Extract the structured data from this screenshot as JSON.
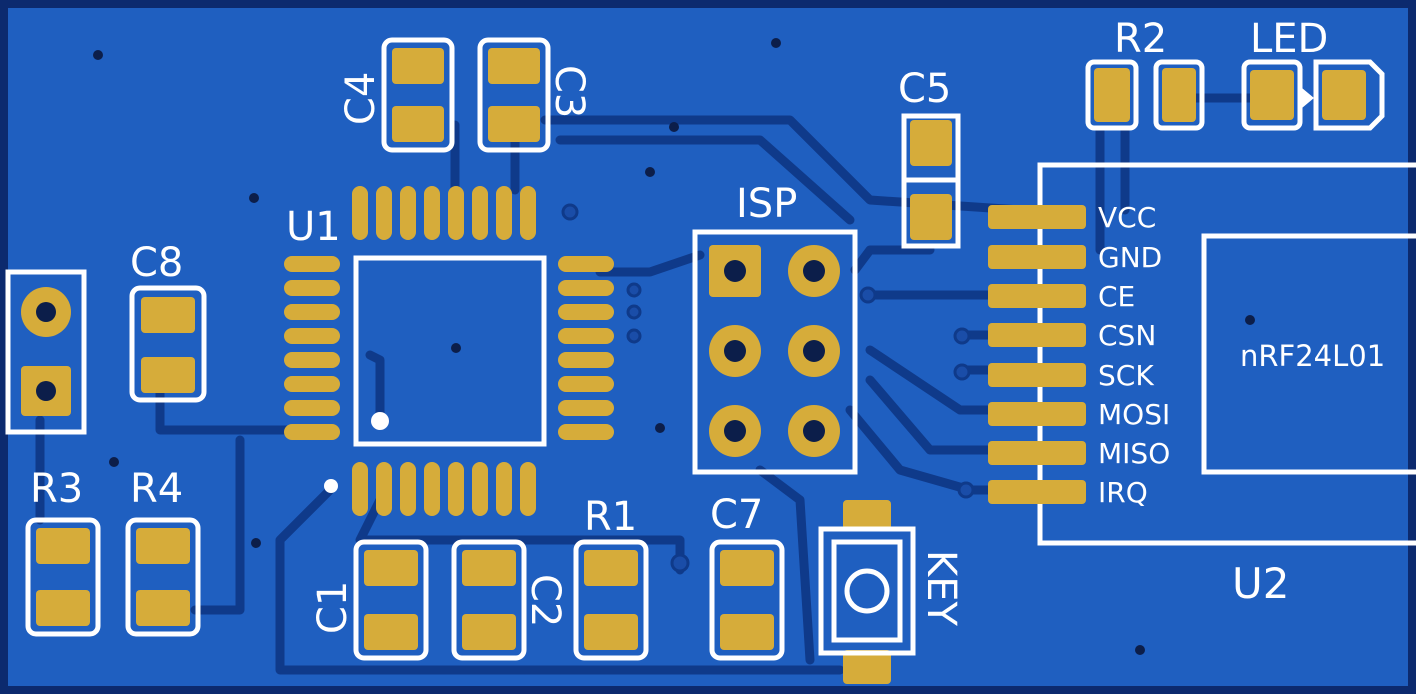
{
  "colors": {
    "board": "#1f5fc0",
    "copper": "#1a4da8",
    "trace": "#0f3a8a",
    "pad": "#d6ac3a",
    "silk": "#ffffff",
    "edge": "#0c2a6e"
  },
  "designators": {
    "c1": "C1",
    "c2": "C2",
    "c3": "C3",
    "c4": "C4",
    "c5": "C5",
    "c7": "C7",
    "c8": "C8",
    "r1": "R1",
    "r2": "R2",
    "r3": "R3",
    "r4": "R4",
    "u1": "U1",
    "u2": "U2",
    "isp": "ISP",
    "led": "LED",
    "key": "KEY"
  },
  "module": {
    "name": "nRF24L01",
    "pins": [
      "VCC",
      "GND",
      "CE",
      "CSN",
      "SCK",
      "MOSI",
      "MISO",
      "IRQ"
    ]
  }
}
